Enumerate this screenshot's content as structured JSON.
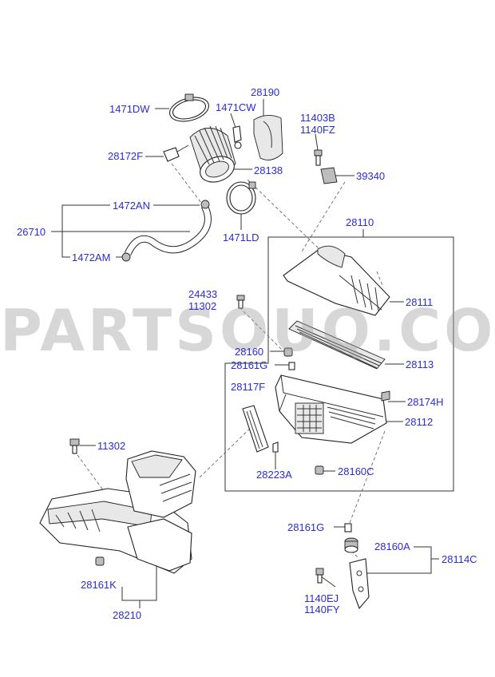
{
  "watermark": "PARTSOUQ.COM",
  "parts": {
    "p1471DW": "1471DW",
    "p28190": "28190",
    "p1471CW": "1471CW",
    "p11403B": "11403B",
    "p1140FZ_top": "1140FZ",
    "p28172F": "28172F",
    "p28138": "28138",
    "p39340": "39340",
    "p1472AN": "1472AN",
    "p26710": "26710",
    "p1471LD": "1471LD",
    "p28110": "28110",
    "p1472AM": "1472AM",
    "p28111": "28111",
    "p24433": "24433",
    "p11302_top": "11302",
    "p28160": "28160",
    "p28113": "28113",
    "p28161G_top": "28161G",
    "p28117F": "28117F",
    "p28174H": "28174H",
    "p28112": "28112",
    "p11302_left": "11302",
    "p28223A": "28223A",
    "p28160C": "28160C",
    "p28161G_bottom": "28161G",
    "p28160A": "28160A",
    "p28114C": "28114C",
    "p28161K": "28161K",
    "p1140EJ": "1140EJ",
    "p1140FY": "1140FY",
    "p28210": "28210"
  }
}
